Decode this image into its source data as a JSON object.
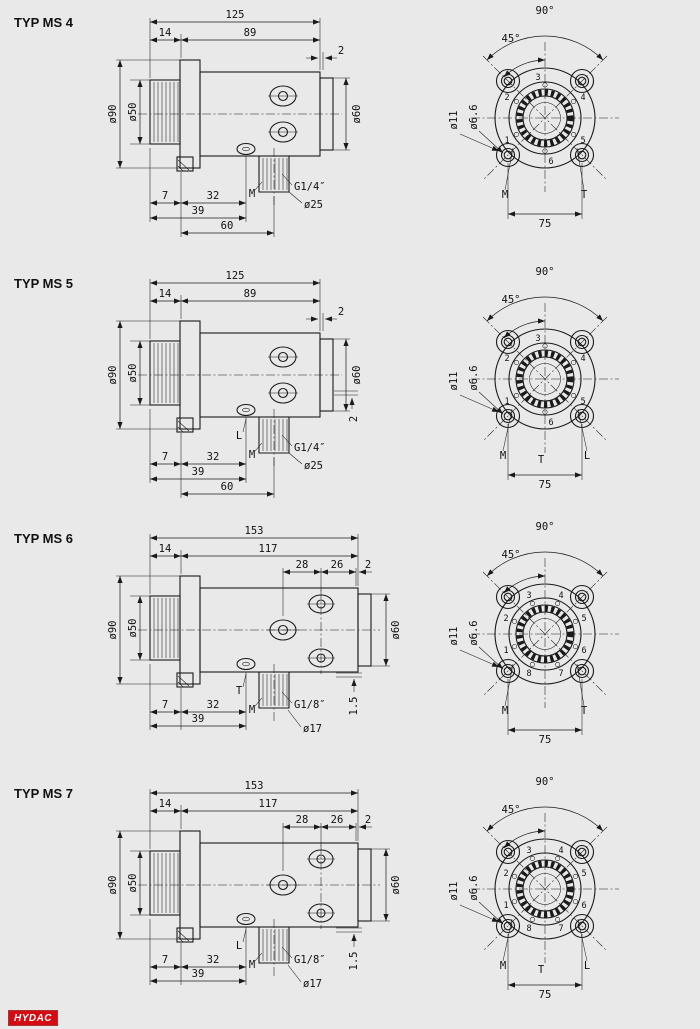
{
  "page": {
    "background": "#e9e9e9",
    "line_color": "#1a1a1a"
  },
  "logo": {
    "text": "HYDAC",
    "bg": "#d40b12",
    "fg": "#ffffff"
  },
  "rows": [
    {
      "title": "TYP MS 4",
      "side": {
        "len_total": "125",
        "len_flange": "14",
        "len_body": "89",
        "len_end": "2",
        "dia_flange": "ø90",
        "dia_spline": "ø50",
        "dia_body": "ø60",
        "dim_a": "7",
        "dim_b": "32",
        "dim_c": "39",
        "dim_d": "60",
        "thread": "G1/4″",
        "dia_port": "ø25",
        "labels": {
          "m": "M"
        }
      },
      "front": {
        "angle_full": "90°",
        "angle_half": "45°",
        "dia_bolt_hole": "ø11",
        "dia_bolt_thread": "ø6.6",
        "bolt_spacing": "75",
        "ports": {
          "m": "M",
          "t": "T"
        },
        "positions": [
          "1",
          "2",
          "3",
          "4",
          "5",
          "6"
        ]
      }
    },
    {
      "title": "TYP MS 5",
      "side": {
        "len_total": "125",
        "len_flange": "14",
        "len_body": "89",
        "len_end": "2",
        "dia_flange": "ø90",
        "dia_spline": "ø50",
        "dia_body": "ø60",
        "dim_a": "7",
        "dim_b": "32",
        "dim_c": "39",
        "dim_d": "60",
        "offset": "2",
        "thread": "G1/4″",
        "dia_port": "ø25",
        "labels": {
          "l": "L",
          "m": "M"
        }
      },
      "front": {
        "angle_full": "90°",
        "angle_half": "45°",
        "dia_bolt_hole": "ø11",
        "dia_bolt_thread": "ø6.6",
        "bolt_spacing": "75",
        "ports": {
          "m": "M",
          "t": "T",
          "l": "L"
        },
        "positions": [
          "1",
          "2",
          "3",
          "4",
          "5",
          "6"
        ]
      }
    },
    {
      "title": "TYP MS 6",
      "side": {
        "len_total": "153",
        "len_flange": "14",
        "len_body": "117",
        "len_end": "2",
        "port_pitch_a": "28",
        "port_pitch_b": "26",
        "dia_flange": "ø90",
        "dia_spline": "ø50",
        "dia_body": "ø60",
        "dim_a": "7",
        "dim_b": "32",
        "dim_c": "39",
        "offset": "1.5",
        "thread": "G1/8″",
        "dia_port": "ø17",
        "labels": {
          "t": "T",
          "m": "M"
        }
      },
      "front": {
        "angle_full": "90°",
        "angle_half": "45°",
        "dia_bolt_hole": "ø11",
        "dia_bolt_thread": "ø6.6",
        "bolt_spacing": "75",
        "ports": {
          "m": "M",
          "t": "T"
        },
        "positions": [
          "1",
          "2",
          "3",
          "4",
          "5",
          "6",
          "7",
          "8"
        ]
      }
    },
    {
      "title": "TYP MS 7",
      "side": {
        "len_total": "153",
        "len_flange": "14",
        "len_body": "117",
        "len_end": "2",
        "port_pitch_a": "28",
        "port_pitch_b": "26",
        "dia_flange": "ø90",
        "dia_spline": "ø50",
        "dia_body": "ø60",
        "dim_a": "7",
        "dim_b": "32",
        "dim_c": "39",
        "offset": "1.5",
        "thread": "G1/8″",
        "dia_port": "ø17",
        "labels": {
          "l": "L",
          "m": "M"
        }
      },
      "front": {
        "angle_full": "90°",
        "angle_half": "45°",
        "dia_bolt_hole": "ø11",
        "dia_bolt_thread": "ø6.6",
        "bolt_spacing": "75",
        "ports": {
          "m": "M",
          "t": "T",
          "l": "L"
        },
        "positions": [
          "1",
          "2",
          "3",
          "4",
          "5",
          "6",
          "7",
          "8"
        ]
      }
    }
  ]
}
